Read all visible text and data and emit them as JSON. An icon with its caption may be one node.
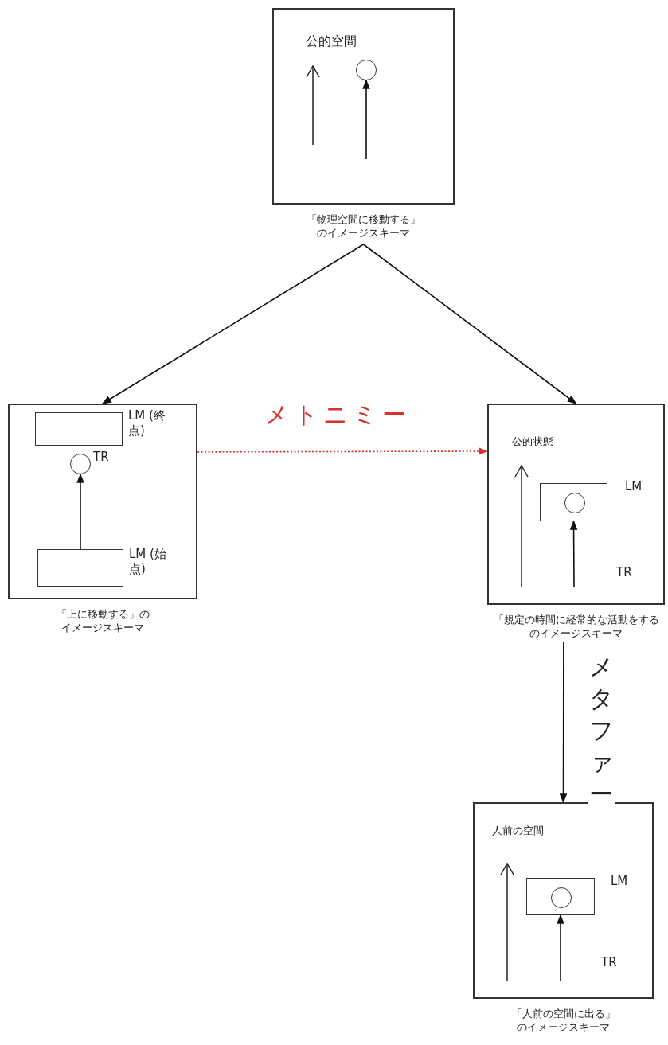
{
  "diagram": {
    "nodes": [
      {
        "text": [
          "公的空間",
          "「物理空間に移動する」のイメージスキーマ"
        ]
      },
      {
        "text": [],
        "shape": "circle",
        "in": 0
      },
      {
        "text": [
          "「上に移動する」のイメージスキーマ"
        ]
      },
      {
        "text": [],
        "shape": "box",
        "in": 2,
        "beside": [
          "LM (終点)"
        ]
      },
      {
        "text": [],
        "shape": "circle",
        "in": 2,
        "beside": [
          "TR"
        ]
      },
      {
        "text": [],
        "shape": "box",
        "in": 2,
        "beside": [
          "LM (始点)"
        ]
      },
      {
        "text": [
          "公的状態",
          "「規定の時間に経常的な活動をするのイメージスキーマ"
        ]
      },
      {
        "text": [],
        "shape": "box",
        "in": 6,
        "beside": [
          "LM"
        ]
      },
      {
        "text": [],
        "shape": "circle",
        "in": 7
      },
      {
        "text": [
          "人前の空間",
          "「人前の空間に出る」のイメージスキーマ"
        ]
      },
      {
        "text": [],
        "shape": "box",
        "in": 9,
        "beside": [
          "LM"
        ]
      },
      {
        "text": [],
        "shape": "circle",
        "in": 10
      }
    ],
    "edges": [
      {
        "from": null,
        "to": 1,
        "arrow": "to"
      },
      {
        "from": 5,
        "to": 4,
        "arrow": "to"
      },
      {
        "from": null,
        "to": 7,
        "arrow": "to"
      },
      {
        "from": null,
        "to": 10,
        "arrow": "to"
      },
      {
        "from": 0,
        "to": 2,
        "arrow": "to"
      },
      {
        "from": 0,
        "to": 6,
        "arrow": "to"
      },
      {
        "from": 2,
        "to": 6,
        "arrow": "to",
        "label": "メトニミー",
        "style": "dashed",
        "color": "#d9302a"
      },
      {
        "from": 6,
        "to": 9,
        "arrow": "to",
        "label": "メタファー"
      }
    ],
    "labels": [
      "TR",
      "TR"
    ]
  }
}
